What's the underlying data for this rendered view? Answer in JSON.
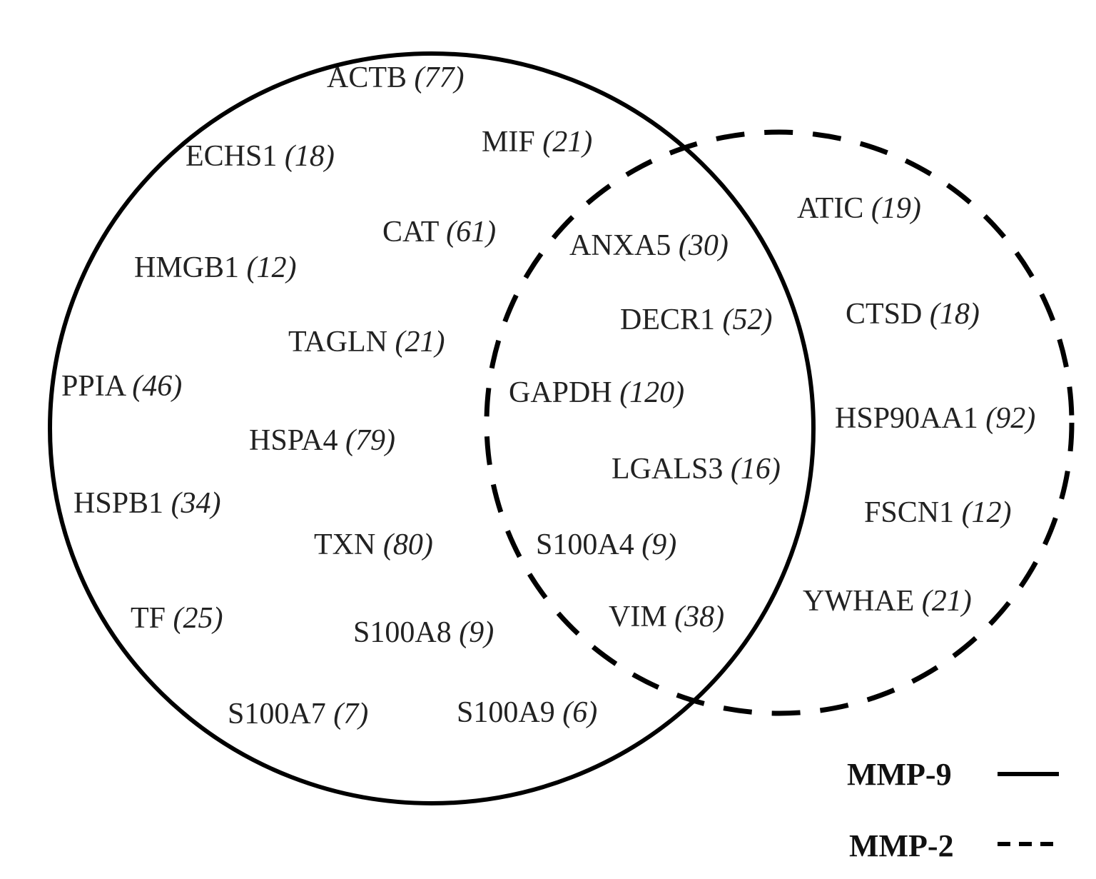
{
  "sets": [
    {
      "name": "MMP-9",
      "line_style": "solid"
    },
    {
      "name": "MMP-2",
      "line_style": "dashed"
    }
  ],
  "legend": [
    {
      "label": "MMP-9",
      "line_style": "solid"
    },
    {
      "label": "MMP-2",
      "line_style": "dashed"
    }
  ],
  "genes": [
    {
      "id": "actb",
      "gene": "ACTB",
      "count": "(77)",
      "set": "MMP-9"
    },
    {
      "id": "mif",
      "gene": "MIF",
      "count": "(21)",
      "set": "MMP-9"
    },
    {
      "id": "echs1",
      "gene": "ECHS1",
      "count": "(18)",
      "set": "MMP-9"
    },
    {
      "id": "cat",
      "gene": "CAT",
      "count": "(61)",
      "set": "MMP-9"
    },
    {
      "id": "hmgb1",
      "gene": "HMGB1",
      "count": "(12)",
      "set": "MMP-9"
    },
    {
      "id": "tagln",
      "gene": "TAGLN",
      "count": "(21)",
      "set": "MMP-9"
    },
    {
      "id": "ppia",
      "gene": "PPIA",
      "count": "(46)",
      "set": "MMP-9"
    },
    {
      "id": "hspa4",
      "gene": "HSPA4",
      "count": "(79)",
      "set": "MMP-9"
    },
    {
      "id": "hspb1",
      "gene": "HSPB1",
      "count": "(34)",
      "set": "MMP-9"
    },
    {
      "id": "txn",
      "gene": "TXN",
      "count": "(80)",
      "set": "MMP-9"
    },
    {
      "id": "tf",
      "gene": "TF",
      "count": "(25)",
      "set": "MMP-9"
    },
    {
      "id": "s100a8",
      "gene": "S100A8",
      "count": "(9)",
      "set": "MMP-9"
    },
    {
      "id": "s100a7",
      "gene": "S100A7",
      "count": "(7)",
      "set": "MMP-9"
    },
    {
      "id": "s100a9",
      "gene": "S100A9",
      "count": "(6)",
      "set": "MMP-9"
    },
    {
      "id": "anxa5",
      "gene": "ANXA5",
      "count": "(30)",
      "set": "both"
    },
    {
      "id": "decr1",
      "gene": "DECR1",
      "count": "(52)",
      "set": "both"
    },
    {
      "id": "gapdh",
      "gene": "GAPDH",
      "count": "(120)",
      "set": "both"
    },
    {
      "id": "lgals3",
      "gene": "LGALS3",
      "count": "(16)",
      "set": "both"
    },
    {
      "id": "s100a4",
      "gene": "S100A4",
      "count": "(9)",
      "set": "both"
    },
    {
      "id": "vim",
      "gene": "VIM",
      "count": "(38)",
      "set": "both"
    },
    {
      "id": "atic",
      "gene": "ATIC",
      "count": "(19)",
      "set": "MMP-2"
    },
    {
      "id": "ctsd",
      "gene": "CTSD",
      "count": "(18)",
      "set": "MMP-2"
    },
    {
      "id": "hsp90aa1",
      "gene": "HSP90AA1",
      "count": "(92)",
      "set": "MMP-2"
    },
    {
      "id": "fscn1",
      "gene": "FSCN1",
      "count": "(12)",
      "set": "MMP-2"
    },
    {
      "id": "ywhae",
      "gene": "YWHAE",
      "count": "(21)",
      "set": "MMP-2"
    }
  ]
}
